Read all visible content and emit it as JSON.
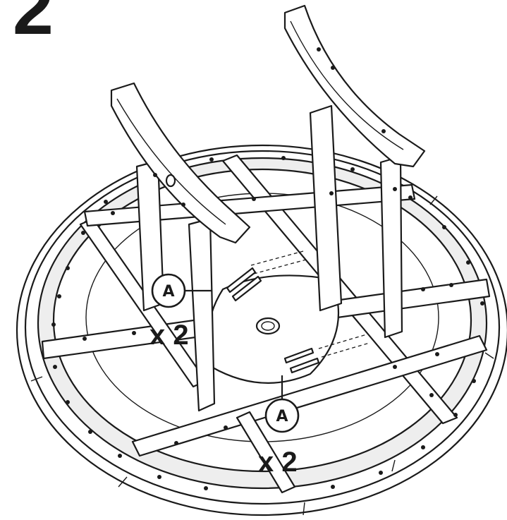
{
  "step": {
    "number": "2"
  },
  "callouts": [
    {
      "letter": "A",
      "quantity": "x 2"
    },
    {
      "letter": "A",
      "quantity": "x 2"
    }
  ],
  "colors": {
    "ink": "#1a1a1a",
    "paper": "#ffffff",
    "shade": "#eeeeee"
  },
  "icons": {
    "part_marker": "circled-letter",
    "bolt": "bolt-icon",
    "center_hole": "umbrella-hole"
  }
}
